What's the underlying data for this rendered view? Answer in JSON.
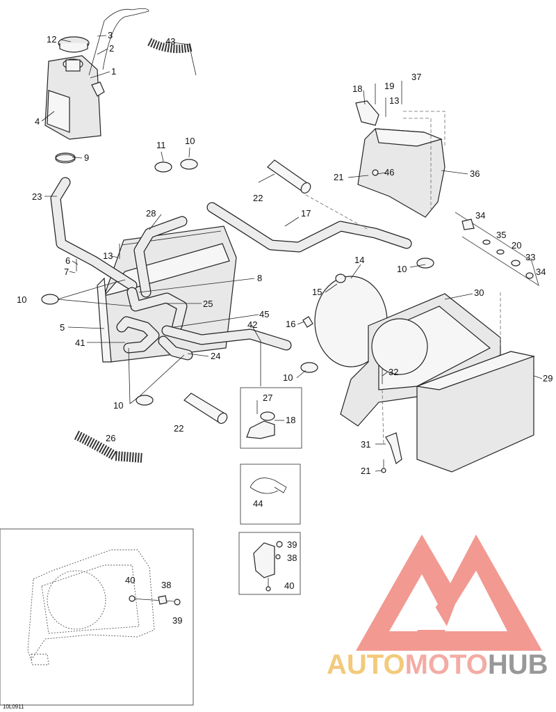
{
  "figure_code": "10L0911",
  "callouts": {
    "c1": "1",
    "c2": "2",
    "c3": "3",
    "c4": "4",
    "c5": "5",
    "c6": "6",
    "c7": "7",
    "c8": "8",
    "c9": "9",
    "c10a": "10",
    "c10b": "10",
    "c10c": "10",
    "c10d": "10",
    "c10e": "10",
    "c11": "11",
    "c12": "12",
    "c13a": "13",
    "c13b": "13",
    "c14": "14",
    "c15": "15",
    "c16": "16",
    "c17": "17",
    "c18a": "18",
    "c18b": "18",
    "c19": "19",
    "c20": "20",
    "c21a": "21",
    "c21b": "21",
    "c22a": "22",
    "c22b": "22",
    "c23": "23",
    "c24": "24",
    "c25": "25",
    "c26": "26",
    "c27": "27",
    "c28": "28",
    "c29": "29",
    "c30": "30",
    "c31": "31",
    "c32": "32",
    "c33": "33",
    "c34a": "34",
    "c34b": "34",
    "c35": "35",
    "c36": "36",
    "c37": "37",
    "c38a": "38",
    "c38b": "38",
    "c39a": "39",
    "c39b": "39",
    "c40a": "40",
    "c40b": "40",
    "c41": "41",
    "c42": "42",
    "c43": "43",
    "c44": "44",
    "c45": "45",
    "c46": "46"
  },
  "watermark": {
    "part1": "AUTO",
    "part2": "MOTO",
    "part3": "HUB",
    "color1": "#f2c46d",
    "color2": "#f2a49c",
    "color3": "#8d8d8d",
    "logo_color": "#f08880"
  }
}
